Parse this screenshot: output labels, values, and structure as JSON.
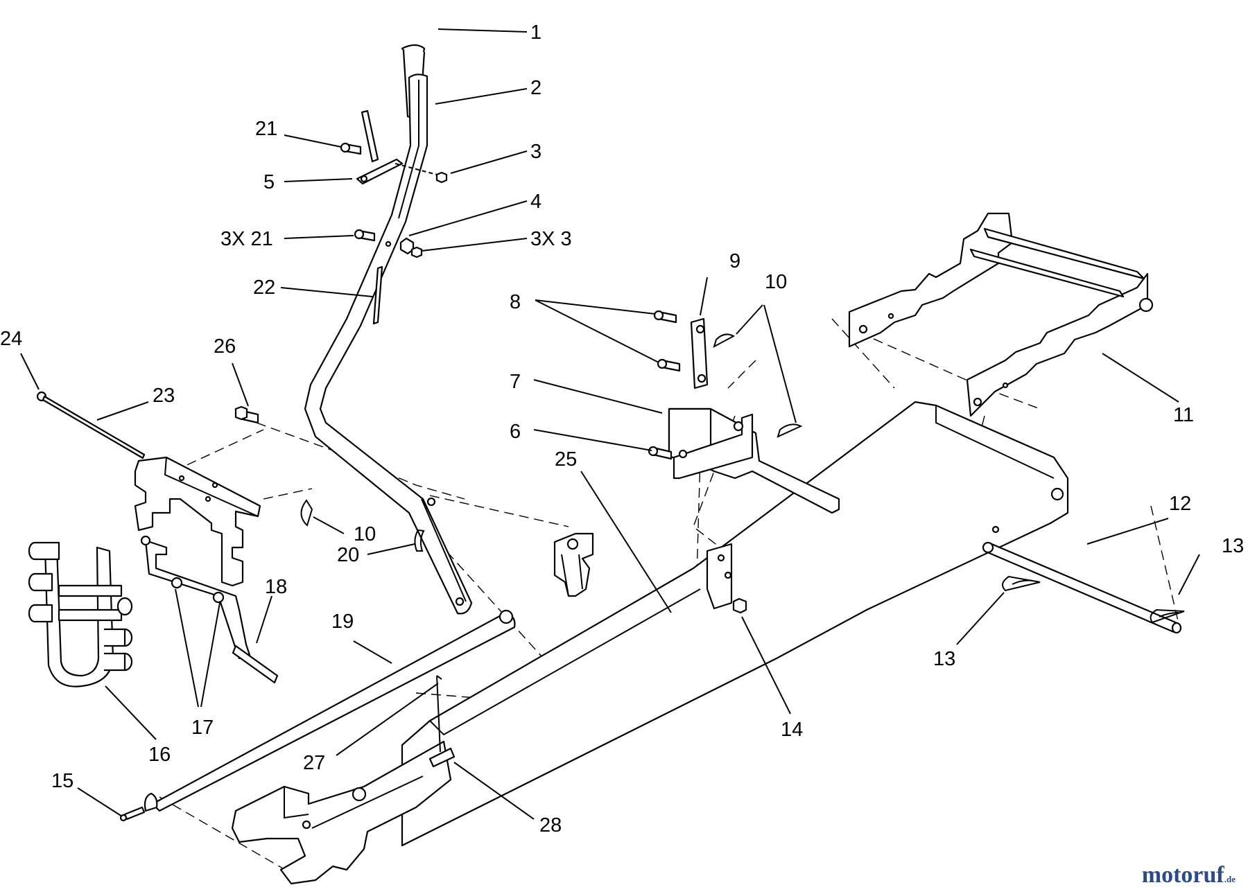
{
  "callouts": {
    "c1": "1",
    "c2": "2",
    "c3": "3",
    "c4": "4",
    "c5": "5",
    "c21": "21",
    "c3x21": "3X 21",
    "c3x3": "3X 3",
    "c22": "22",
    "c24": "24",
    "c23": "23",
    "c26": "26",
    "c9": "9",
    "c10a": "10",
    "c8": "8",
    "c7": "7",
    "c6": "6",
    "c11": "11",
    "c25": "25",
    "c12": "12",
    "c13a": "13",
    "c13b": "13",
    "c10b": "10",
    "c20": "20",
    "c18": "18",
    "c19": "19",
    "c17": "17",
    "c16": "16",
    "c14": "14",
    "c15": "15",
    "c27": "27",
    "c28": "28"
  },
  "watermark": {
    "brand": "motoruf",
    "tld": ".de"
  }
}
